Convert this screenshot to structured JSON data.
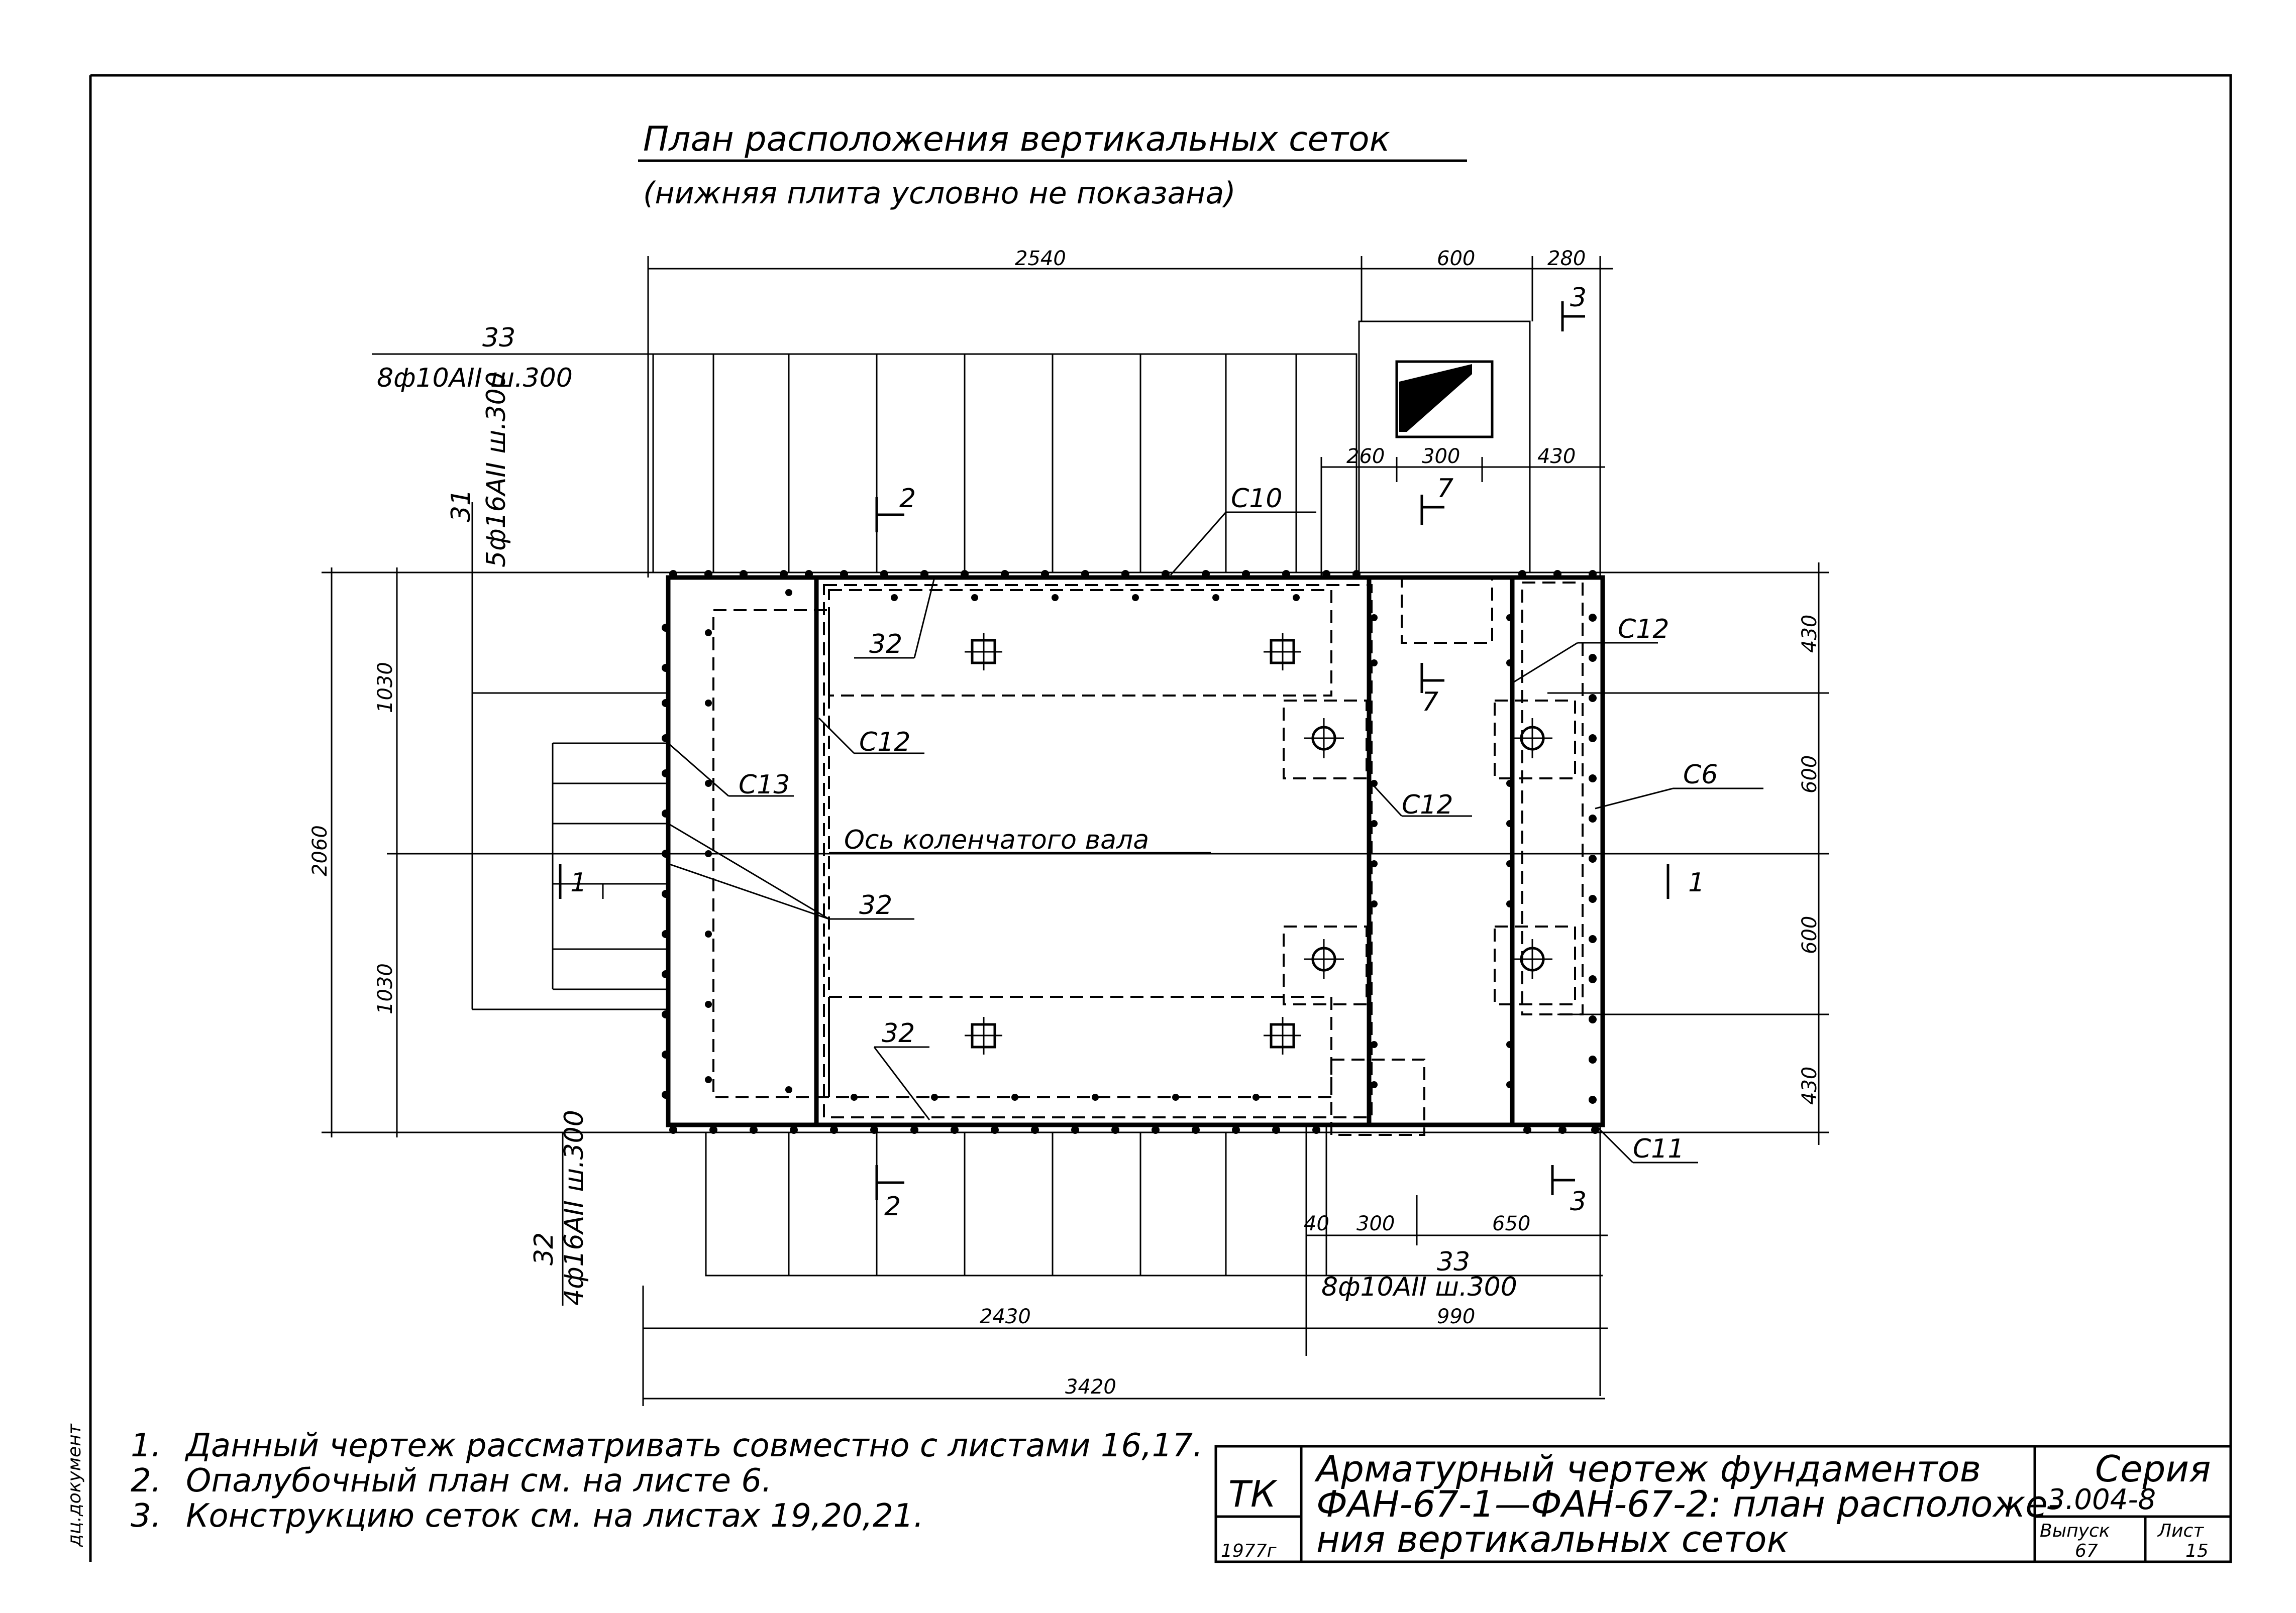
{
  "drawing": {
    "title": "План расположения вертикальных сеток",
    "subtitle": "(нижняя плита условно не показана)",
    "side_stamp": "дц.документ"
  },
  "dimensions": {
    "top_2540": "2540",
    "top_600": "600",
    "top_280": "280",
    "inner_260": "260",
    "inner_300": "300",
    "inner_430": "430",
    "left_2060": "2060",
    "left_1030_top": "1030",
    "left_1030_bottom": "1030",
    "right_430_top": "430",
    "right_600_a": "600",
    "right_600_b": "600",
    "right_430_bottom": "430",
    "bottom_40": "40",
    "bottom_300": "300",
    "bottom_650": "650",
    "bottom_2430": "2430",
    "bottom_990": "990",
    "bottom_3420": "3420"
  },
  "labels": {
    "bar_33_top_num": "33",
    "bar_33_top_spec": "8ф10АII ш.300",
    "bar_31_num": "31",
    "bar_31_spec": "5ф16АII ш.300",
    "bar_32_left_num": "32",
    "bar_32_left_spec": "4ф16АII ш.300",
    "bar_33_bottom_num": "33",
    "bar_33_bottom_spec": "8ф10АII ш.300",
    "c10": "С10",
    "c12_mid": "С12",
    "c12_right": "С12",
    "c12_top_right": "С12",
    "c13": "С13",
    "c6": "С6",
    "c11": "С11",
    "p32_top": "32",
    "p32_mid": "32",
    "p32_bottom": "32",
    "axis": "Ось коленчатого вала",
    "sec1_left": "1",
    "sec1_right": "1",
    "sec2_top": "2",
    "sec2_bottom": "2",
    "sec3_top": "3",
    "sec3_bottom": "3",
    "sec7_top": "7",
    "sec7_bottom": "7"
  },
  "notes": [
    {
      "num": "1.",
      "text": "Данный чертеж рассматривать совместно с листами 16,17."
    },
    {
      "num": "2.",
      "text": "Опалубочный план см. на листе 6."
    },
    {
      "num": "3.",
      "text": "Конструкцию сеток см. на листах 19,20,21."
    }
  ],
  "title_block": {
    "logo": "ТК",
    "year": "1977г",
    "name_line1": "Арматурный чертеж фундаментов",
    "name_line2": "ФАН-67-1—ФАН-67-2: план расположе-",
    "name_line3": "ния вертикальных сеток",
    "series_label": "Серия",
    "series_value": "3.004-8",
    "issue_label": "Выпуск",
    "issue_value": "67",
    "sheet_label": "Лист",
    "sheet_value": "15"
  }
}
